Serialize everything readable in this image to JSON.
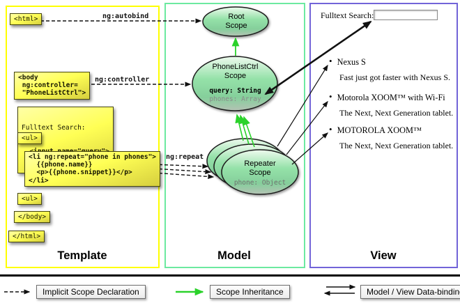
{
  "labels": {
    "template": "Template",
    "model": "Model",
    "view": "View"
  },
  "arrow_labels": {
    "autobind": "ng:autobind",
    "controller": "ng:controller",
    "repeat": "ng:repeat"
  },
  "template_code": {
    "html_open": "<html>",
    "body_open": "<body\n ng:controller=\n \"PhoneListCtrl\">",
    "fulltext_label": "Fulltext Search:",
    "fulltext_input": "  <input name=\"query\">",
    "ul_open": "<ul>",
    "li_repeat": "<li ng:repeat=\"phone in phones\">\n  {{phone.name}}\n  <p>{{phone.snippet}}</p>\n</li>",
    "ul_close": "<ul>",
    "body_close": "</body>",
    "html_close": "</html>"
  },
  "model": {
    "root_scope": {
      "title": "Root\nScope"
    },
    "phonelist_scope": {
      "title": "PhoneListCtrl\nScope",
      "prop_query": "query: String",
      "prop_phones": "phones: Array"
    },
    "repeater_scope": {
      "title": "Repeater\nScope",
      "prop_phone": "phone: Object"
    }
  },
  "view": {
    "fulltext_label": "Fulltext Search:",
    "search_value": "",
    "items": [
      {
        "title": "Nexus S",
        "desc": "Fast just got faster with Nexus S."
      },
      {
        "title": "Motorola XOOM™ with Wi-Fi",
        "desc": "The Next, Next Generation tablet."
      },
      {
        "title": "MOTOROLA XOOM™",
        "desc": "The Next, Next Generation tablet."
      }
    ]
  },
  "legend": {
    "implicit": "Implicit Scope Declaration",
    "inheritance": "Scope Inheritance",
    "binding": "Model / View Data-binding"
  },
  "colors": {
    "template_border": "#ffff00",
    "model_border": "#6ce9a0",
    "view_border": "#7264d8",
    "inheritance_green": "#2bd22b",
    "code_box_yellow": "#ffff55"
  }
}
